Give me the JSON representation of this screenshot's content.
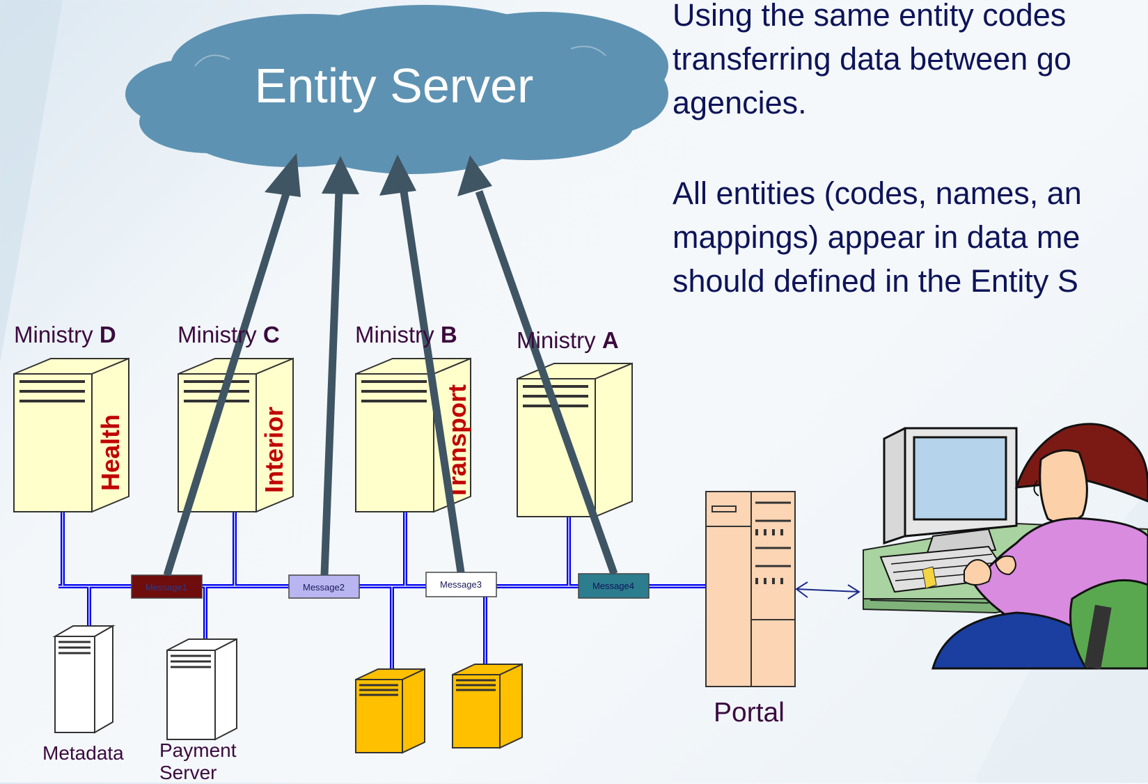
{
  "cloud_title": "Entity Server",
  "body_text": {
    "line1": "Using the same entity codes",
    "line2": "transferring data between go",
    "line3": "agencies.",
    "line4": "All entities (codes, names, an",
    "line5": "mappings) appear in data me",
    "line6": "should defined in the Entity S"
  },
  "ministries": [
    {
      "prefix": "Ministry ",
      "letter": "D",
      "label": "Health"
    },
    {
      "prefix": "Ministry ",
      "letter": "C",
      "label": "Interior"
    },
    {
      "prefix": "Ministry ",
      "letter": "B",
      "label": "Transport"
    },
    {
      "prefix": "Ministry ",
      "letter": "A",
      "label": ""
    }
  ],
  "messages": [
    "Message1",
    "Message2",
    "Message3",
    "Message4"
  ],
  "servers": {
    "metadata": "Metadata",
    "payment_line1": "Payment",
    "payment_line2": "Server",
    "portal": "Portal"
  },
  "colors": {
    "cloud": "#5e92b2",
    "arrow": "#3f5564",
    "bus": "#0000ee",
    "server_fill": "#ffffcc",
    "gold_server": "#ffc000",
    "portal": "#fcd5b4",
    "message1": "#6f0d0d",
    "message2": "#b9b5f0",
    "message3": "#ffffff",
    "message4": "#2c7d8e"
  }
}
